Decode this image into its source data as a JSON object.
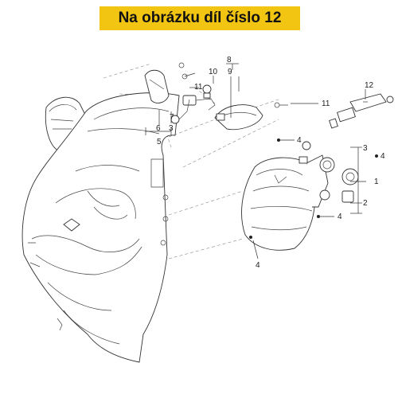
{
  "banner": {
    "title": "Na obrázku díl číslo 12",
    "background": "#f2c512"
  },
  "callouts": {
    "c8": "8",
    "c10": "10",
    "c9": "9",
    "c11a": "11",
    "c7": "7",
    "c6": "6",
    "c3a": "3",
    "c5": "5",
    "c11b": "11",
    "c12": "12",
    "c4a": "4",
    "c3b": "3",
    "c4b": "4",
    "c1": "1",
    "c2": "2",
    "c4c": "4",
    "c4d": "4"
  },
  "icons": [
    "scooter-front-fairing",
    "headlight-assembly",
    "turn-signal",
    "bulb",
    "bulb-socket",
    "screw",
    "sensor-part-12"
  ]
}
